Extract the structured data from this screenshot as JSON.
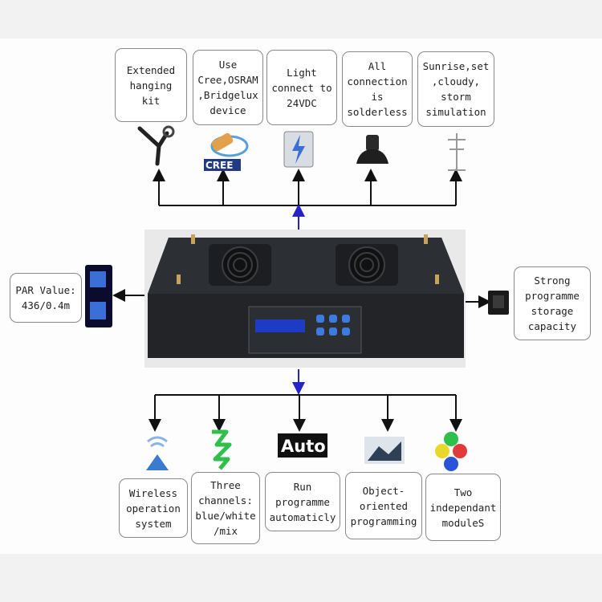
{
  "features_top": [
    {
      "label": "Extended\nhanging\nkit",
      "icon": "hanging-kit-icon"
    },
    {
      "label": "Use\nCree,OSRAM\n,Bridgelux\ndevice",
      "icon": "cree-led-icon"
    },
    {
      "label": "Light\nconnect to\n24VDC",
      "icon": "power-connector-icon"
    },
    {
      "label": "All\nconnection\nis\nsolderless",
      "icon": "connector-plug-icon"
    },
    {
      "label": "Sunrise,set\n,cloudy,\nstorm\nsimulation",
      "icon": "weather-sim-icon"
    }
  ],
  "features_bottom": [
    {
      "label": "Wireless\noperation\nsystem",
      "icon": "wireless-icon"
    },
    {
      "label": "Three\nchannels:\nblue/white\n/mix",
      "icon": "channels-icon"
    },
    {
      "label": "Run\nprogramme\nautomaticly",
      "icon": "auto-icon"
    },
    {
      "label": "Object-\noriented\nprogramming",
      "icon": "programming-icon"
    },
    {
      "label": "Two\nindependant\nmoduleS",
      "icon": "modules-icon"
    }
  ],
  "left_feature": {
    "label": "PAR Value:\n436/0.4m",
    "icon": "par-meter-icon"
  },
  "right_feature": {
    "label": "Strong\nprogramme\nstorage\ncapacity",
    "icon": "storage-chip-icon"
  },
  "cree_logo_text": "CREE",
  "auto_logo_text": "Auto",
  "colors": {
    "arrow_blue": "#2323c8",
    "line": "#111111",
    "device_body": "#1f2124",
    "lcd": "#1d3cc4",
    "button": "#3d7be0"
  }
}
